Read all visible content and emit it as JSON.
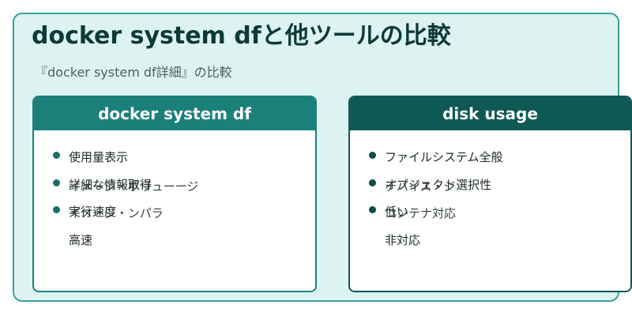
{
  "title": "docker system dfと他ツールの比較",
  "subtitle": "『docker system df詳細』の比較",
  "left_card": {
    "header": "docker system df",
    "items": [
      {
        "text": "使用量表示",
        "overlay": ""
      },
      {
        "text": "詳細な情報取得",
        "overlay": "イメージ・ボリューージ"
      },
      {
        "text": "実行速度",
        "overlay": "イメージ・ンパラ"
      },
      {
        "text": "高速",
        "overlay": ""
      }
    ]
  },
  "right_card": {
    "header": "disk usage",
    "items": [
      {
        "text": "ファイルシステム全般",
        "overlay": ""
      },
      {
        "text": "オブジェクト選択性",
        "overlay": "デバイス・ジ"
      },
      {
        "text": "低い",
        "overlay": "コンテナ対応"
      },
      {
        "text": "非対応",
        "overlay": ""
      }
    ]
  },
  "colors": {
    "frame_bg": "#ddf3f1",
    "frame_border": "#33a39a",
    "left_header": "#1b807a",
    "right_header": "#0f5954",
    "title": "#0c3a36"
  }
}
